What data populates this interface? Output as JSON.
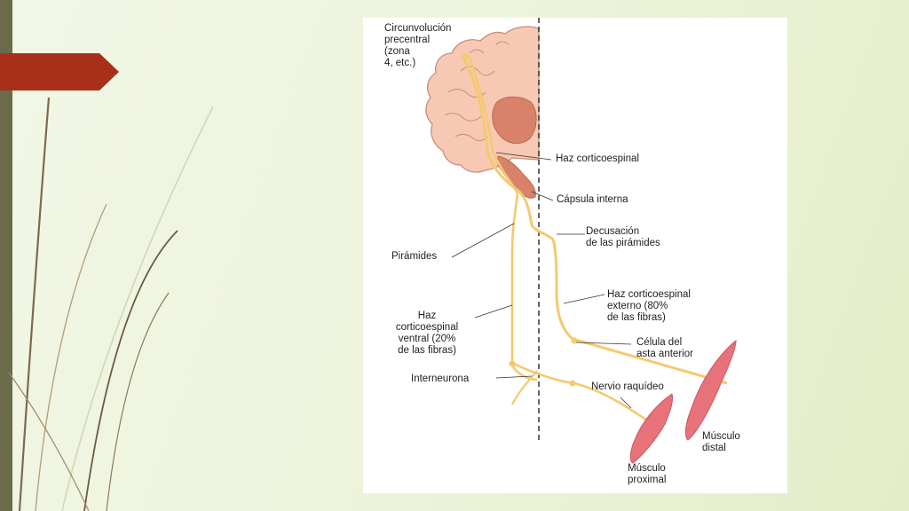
{
  "labels": {
    "precentral_gyrus": [
      "Circunvolución",
      "precentral",
      "(zona",
      "4, etc.)"
    ],
    "corticospinal_tract": [
      "Haz corticoespinal"
    ],
    "internal_capsule": [
      "Cápsula interna"
    ],
    "pyramidal_decussation": [
      "Decusación",
      "de las pirámides"
    ],
    "pyramids": [
      "Pirámides"
    ],
    "lateral_tract": [
      "Haz corticoespinal",
      "externo (80%",
      "de las fibras)"
    ],
    "ventral_tract": [
      "Haz",
      "corticoespinal",
      "ventral (20%",
      "de las fibras)"
    ],
    "anterior_horn_cell": [
      "Célula del",
      "asta anterior"
    ],
    "interneuron": [
      "Interneurona"
    ],
    "spinal_nerve": [
      "Nervio raquídeo"
    ],
    "distal_muscle": [
      "Músculo",
      "distal"
    ],
    "proximal_muscle": [
      "Músculo",
      "proximal"
    ]
  },
  "colors": {
    "cortex_fill": "#f7c9b4",
    "cortex_outline": "#c98e7a",
    "nucleus_fill": "#d9826a",
    "tract": "#f5c96e",
    "muscle": "#e8727a",
    "accent_tab": "#a8301b"
  }
}
